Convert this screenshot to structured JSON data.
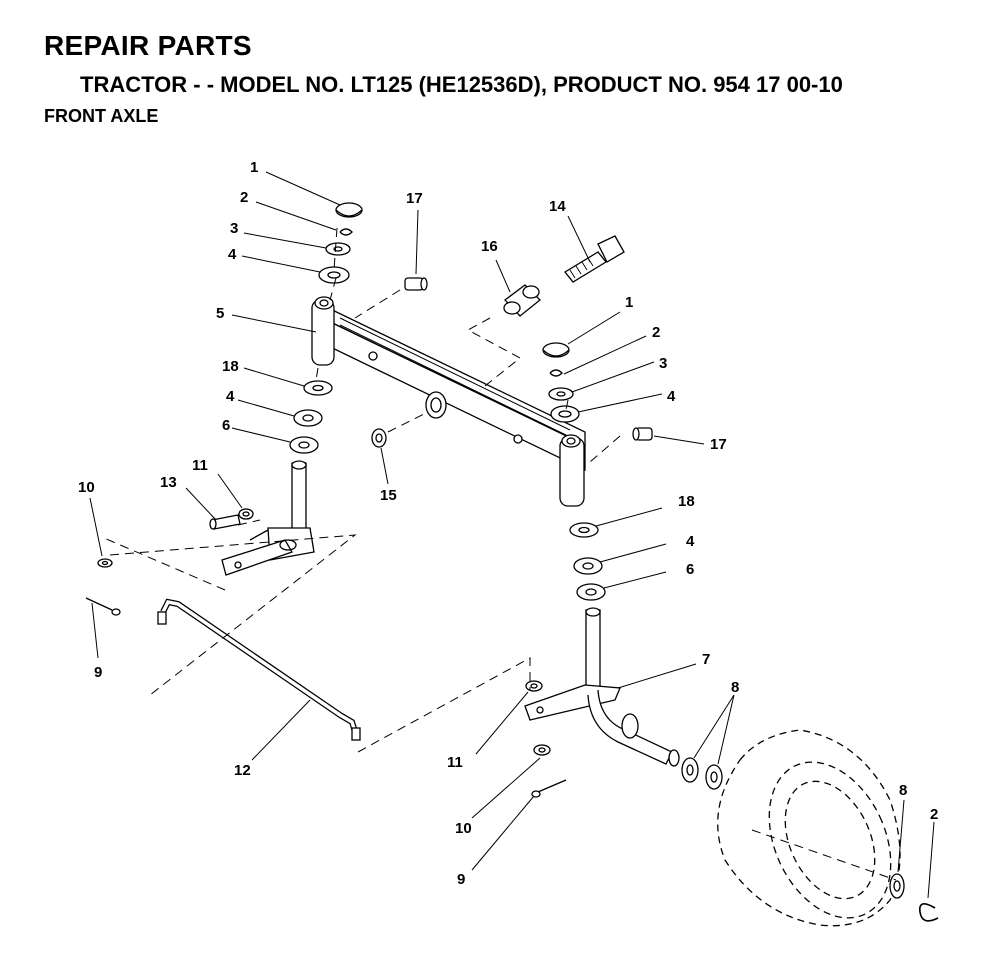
{
  "header": {
    "title": "REPAIR PARTS",
    "subtitle": "TRACTOR - - MODEL NO. LT125 (HE12536D),  PRODUCT NO. 954 17 00-10",
    "section": "FRONT AXLE"
  },
  "callouts": {
    "c1a": "1",
    "c2a": "2",
    "c3a": "3",
    "c4a": "4",
    "c5": "5",
    "c18a": "18",
    "c4b": "4",
    "c6a": "6",
    "c17a": "17",
    "c16": "16",
    "c14": "14",
    "c1b": "1",
    "c2b": "2",
    "c3b": "3",
    "c4c": "4",
    "c17b": "17",
    "c15": "15",
    "c11a": "11",
    "c13": "13",
    "c10a": "10",
    "c9a": "9",
    "c12": "12",
    "c18b": "18",
    "c4d": "4",
    "c6b": "6",
    "c7": "7",
    "c8a": "8",
    "c8b": "8",
    "c2c": "2",
    "c11b": "11",
    "c10b": "10",
    "c9b": "9"
  }
}
